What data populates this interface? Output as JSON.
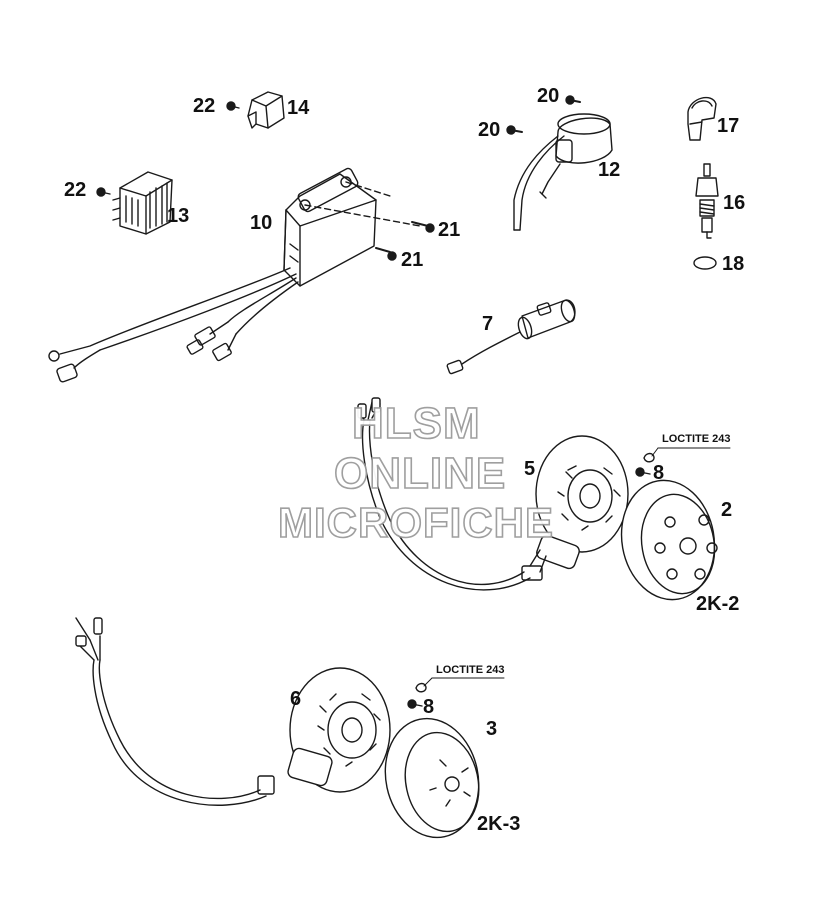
{
  "colors": {
    "line": "#1a1a1a",
    "background": "#ffffff",
    "watermark_outline": "#9a9a9a"
  },
  "watermark": {
    "line1": "HLSM",
    "line2": "ONLINE",
    "line3": "MICROFICHE"
  },
  "callouts": {
    "p22a": "22",
    "p14": "14",
    "p22b": "22",
    "p13": "13",
    "p10": "10",
    "p21a": "21",
    "p21b": "21",
    "p20a": "20",
    "p20b": "20",
    "p12": "12",
    "p17": "17",
    "p16": "16",
    "p18": "18",
    "p7": "7",
    "p5": "5",
    "p8a": "8",
    "p2": "2",
    "p6": "6",
    "p8b": "8",
    "p3": "3"
  },
  "notes": {
    "loctite_a": "LOCTITE 243",
    "loctite_b": "LOCTITE 243"
  },
  "kits": {
    "k2": "2K-2",
    "k3": "2K-3"
  }
}
